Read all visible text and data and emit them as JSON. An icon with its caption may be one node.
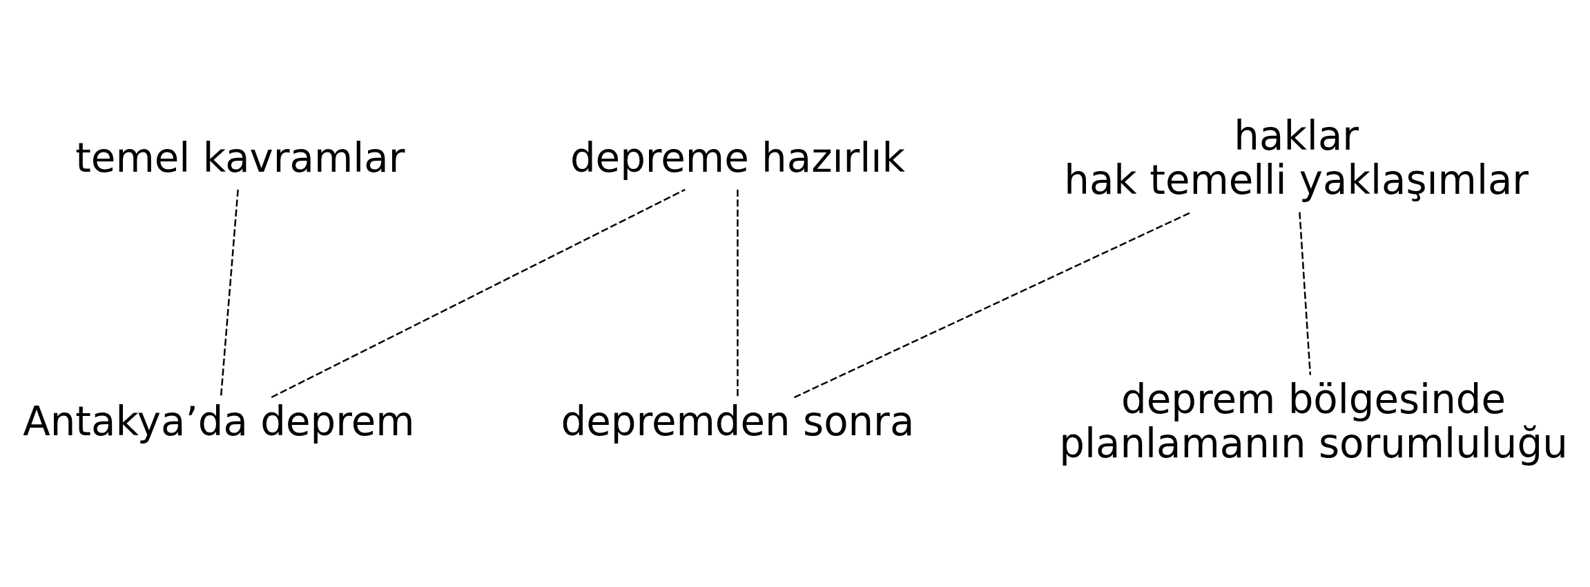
{
  "diagram": {
    "nodes": [
      {
        "text": [
          "temel kavramlar"
        ]
      },
      {
        "text": [
          "Antakya’da deprem"
        ]
      },
      {
        "text": [
          "depreme hazırlık"
        ]
      },
      {
        "text": [
          "depremden sonra"
        ]
      },
      {
        "text": [
          "haklar",
          "hak temelli yaklaşımlar"
        ]
      },
      {
        "text": [
          "deprem bölgesinde planlamanın sorumluluğu"
        ]
      }
    ],
    "edges": [
      {
        "from": 0,
        "to": 1,
        "arrow": "none",
        "style": "dashed"
      },
      {
        "from": 1,
        "to": 2,
        "arrow": "none",
        "style": "dashed"
      },
      {
        "from": 2,
        "to": 3,
        "arrow": "none",
        "style": "dashed"
      },
      {
        "from": 3,
        "to": 4,
        "arrow": "none",
        "style": "dashed"
      },
      {
        "from": 4,
        "to": 5,
        "arrow": "none",
        "style": "dashed"
      }
    ]
  }
}
